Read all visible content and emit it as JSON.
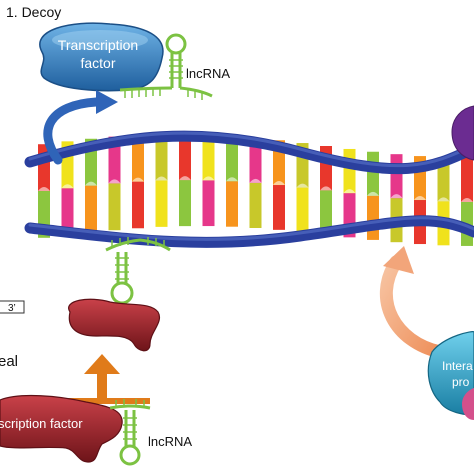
{
  "labels": {
    "panel_title": "1. Decoy",
    "tf_top_line1": "Transcription",
    "tf_top_line2": "factor",
    "lncrna_top": "lncRNA",
    "strand_end": "3’",
    "left_partial": "eal",
    "tf_bottom": "scription factor",
    "lncrna_bottom": "lncRNA",
    "interacting_protein_line1": "Intera",
    "interacting_protein_line2": "pro"
  },
  "colors": {
    "dna_backbone": "#2a3f9e",
    "transcription_factor_top": "#3a86c8",
    "transcription_factor_bottom": "#a8262c",
    "lncrna": "#7cc242",
    "up_arrow": "#e07b1a",
    "curved_arrow_blue": "#2f64b8",
    "curved_arrow_peach": "#f2a57a",
    "interacting_protein": "#2aa6c9",
    "protein_purple": "#6b2c91",
    "protein_pink": "#d4508b"
  }
}
